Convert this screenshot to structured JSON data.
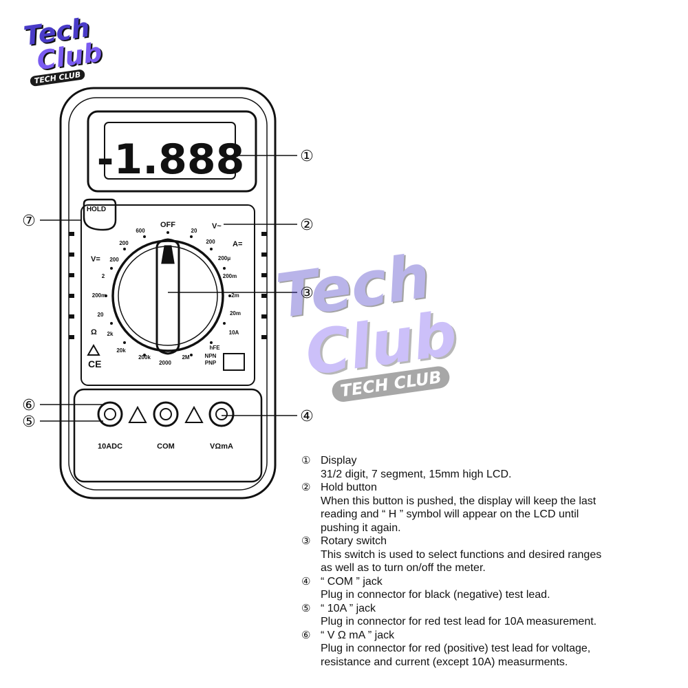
{
  "logo": {
    "line1": "Tech",
    "line2": "Club",
    "line3": "TECH CLUB"
  },
  "lcd": {
    "reading": "-1.888"
  },
  "hold_button": {
    "label": "HOLD"
  },
  "dial": {
    "labels": [
      "OFF",
      "V~",
      "A=",
      "V=",
      "Ω",
      "CE"
    ],
    "ranges": [
      "600",
      "200",
      "200",
      "20",
      "2",
      "200m",
      "200μ",
      "2m",
      "20m",
      "10A",
      "2000",
      "200m",
      "20k",
      "2k",
      "20",
      "200",
      "200k",
      "2M",
      "hFE",
      "NPN",
      "PNP"
    ]
  },
  "jacks": {
    "labels": [
      "10ADC",
      "COM",
      "VΩmA"
    ]
  },
  "callouts": [
    "①",
    "⑦",
    "②",
    "③",
    "⑥",
    "⑤",
    "④"
  ],
  "legend": [
    {
      "num": "①",
      "title": "Display",
      "desc": [
        "31/2 digit, 7 segment, 15mm high LCD."
      ]
    },
    {
      "num": "②",
      "title": "Hold button",
      "desc": [
        "When this button is pushed, the display will keep the last",
        "reading and “ H ” symbol will appear on the LCD until",
        "pushing it again."
      ]
    },
    {
      "num": "③",
      "title": "Rotary switch",
      "desc": [
        "This switch is used to select functions and desired ranges",
        "as well as to turn on/off the meter."
      ]
    },
    {
      "num": "④",
      "title": "“ COM ” jack",
      "desc": [
        "Plug in connector for black (negative) test lead."
      ]
    },
    {
      "num": "⑤",
      "title": "“ 10A ” jack",
      "desc": [
        "Plug in connector for red test lead for 10A measurement."
      ]
    },
    {
      "num": "⑥",
      "title": "“ V Ω mA ” jack",
      "desc": [
        "Plug in connector for red (positive) test lead for voltage,",
        "resistance and current (except 10A) measurments."
      ]
    }
  ]
}
